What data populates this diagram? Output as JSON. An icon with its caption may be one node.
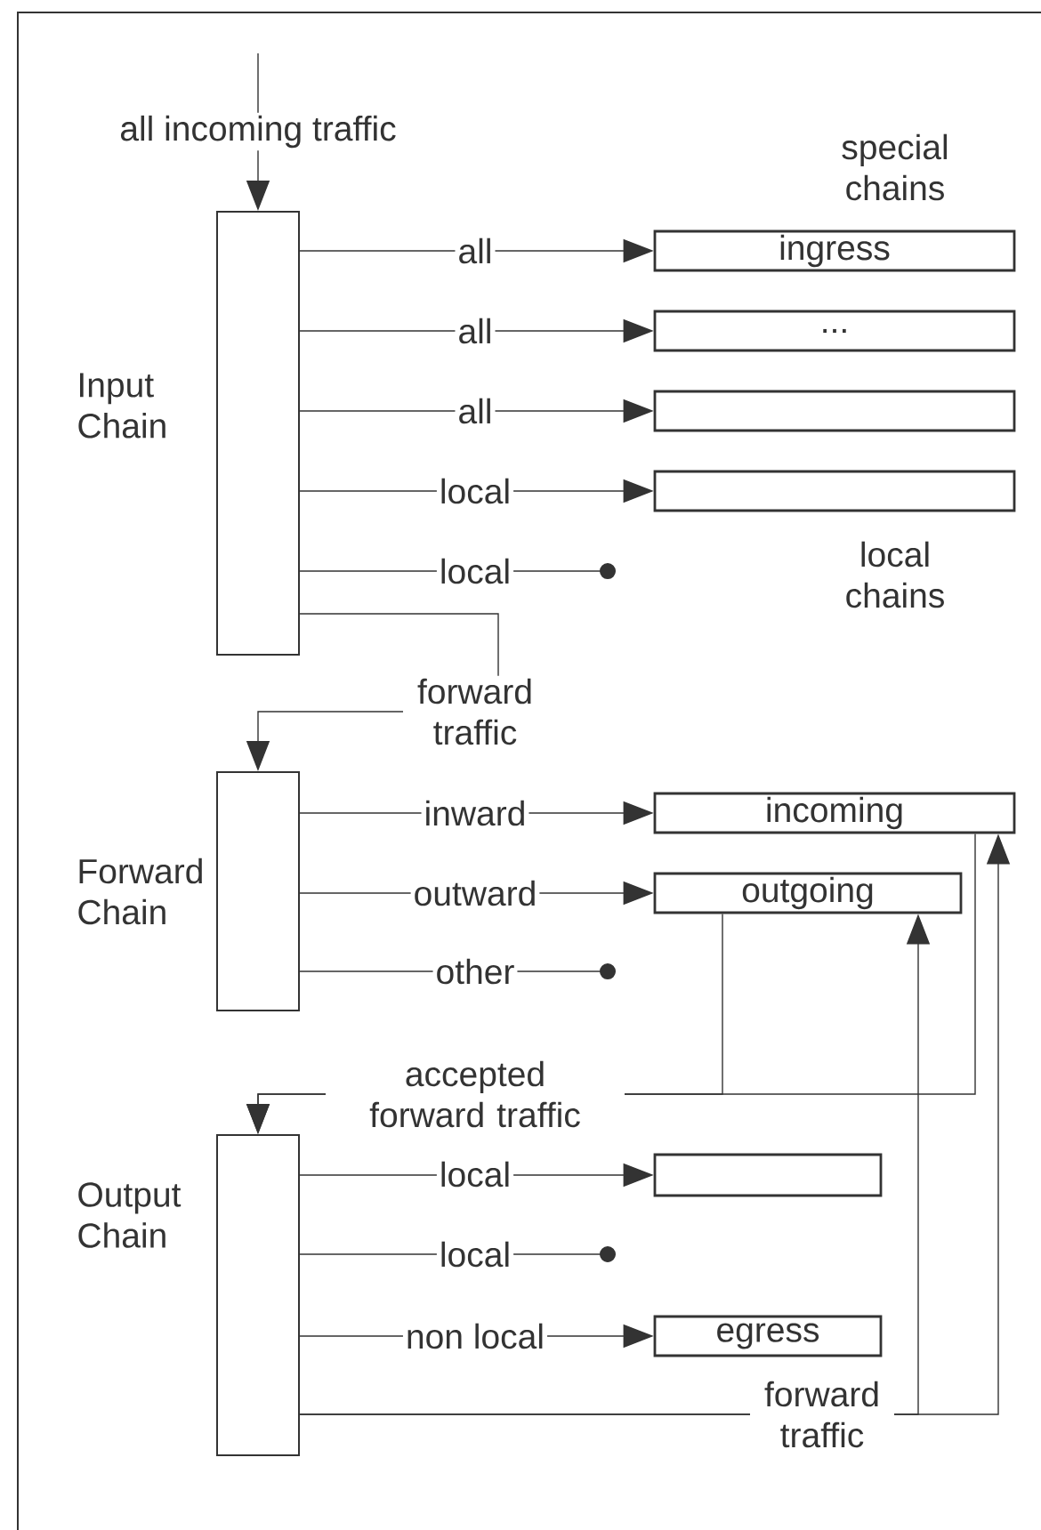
{
  "diagram": {
    "nodes": [
      {
        "text": [],
        "shape": "bar",
        "beside": [
          "Input Chain"
        ]
      },
      {
        "text": [
          "ingress"
        ]
      },
      {
        "text": [
          "..."
        ]
      },
      {
        "text": [],
        "shape": "box"
      },
      {
        "text": [],
        "shape": "box"
      },
      {
        "text": [],
        "shape": "bar",
        "beside": [
          "Forward Chain"
        ]
      },
      {
        "text": [
          "incoming"
        ]
      },
      {
        "text": [
          "outgoing"
        ]
      },
      {
        "text": [],
        "shape": "bar",
        "beside": [
          "Output Chain"
        ]
      },
      {
        "text": [],
        "shape": "box"
      },
      {
        "text": [
          "egress"
        ]
      }
    ],
    "edges": [
      {
        "from": null,
        "to": 0,
        "arrow": "to",
        "label": "all incoming traffic"
      },
      {
        "from": 0,
        "to": 1,
        "arrow": "to",
        "label": "all"
      },
      {
        "from": 0,
        "to": 2,
        "arrow": "to",
        "label": "all"
      },
      {
        "from": 0,
        "to": 3,
        "arrow": "to",
        "label": "all"
      },
      {
        "from": 0,
        "to": 4,
        "arrow": "to",
        "label": "local"
      },
      {
        "from": 0,
        "to": null,
        "arrow": "other",
        "label": "local"
      },
      {
        "from": 0,
        "to": 5,
        "arrow": "to",
        "label": "forward traffic"
      },
      {
        "from": 5,
        "to": 6,
        "arrow": "to",
        "label": "inward"
      },
      {
        "from": 5,
        "to": 7,
        "arrow": "to",
        "label": "outward"
      },
      {
        "from": 5,
        "to": null,
        "arrow": "other",
        "label": "other"
      },
      {
        "from": 6,
        "to": 8,
        "arrow": "to",
        "label": "accepted forward traffic"
      },
      {
        "from": 7,
        "to": 8,
        "arrow": "to"
      },
      {
        "from": 8,
        "to": 9,
        "arrow": "to",
        "label": "local"
      },
      {
        "from": 8,
        "to": null,
        "arrow": "other",
        "label": "local"
      },
      {
        "from": 8,
        "to": 10,
        "arrow": "to",
        "label": "non local"
      },
      {
        "from": 8,
        "to": 6,
        "arrow": "to",
        "label": "forward traffic"
      },
      {
        "from": 8,
        "to": 7,
        "arrow": "to"
      }
    ],
    "labels": [
      "special chains",
      "local chains"
    ]
  }
}
